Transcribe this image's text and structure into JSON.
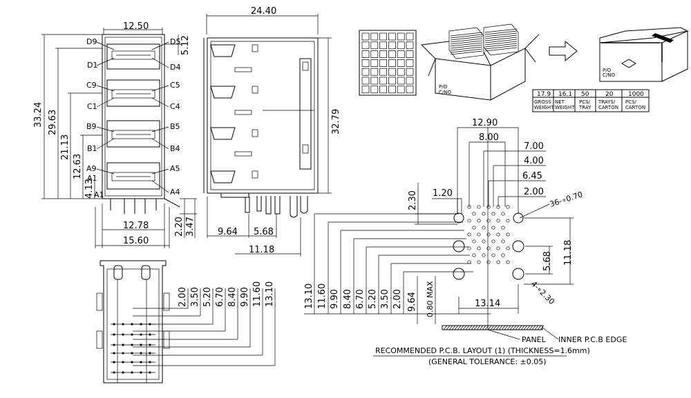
{
  "front_view": {
    "width_top": "12.50",
    "dim_right_top": "5.12",
    "height_total": "33.24",
    "height_2": "29.63",
    "height_3": "21.13",
    "height_4": "12.63",
    "height_5": "4.13",
    "width_bottom_1": "12.78",
    "width_bottom_2": "15.60",
    "dim_220": "2.20",
    "dim_347": "3.47",
    "pins": [
      "D9",
      "D1",
      "D5",
      "D4",
      "C9",
      "C1",
      "C5",
      "C4",
      "B9",
      "B1",
      "B5",
      "B4",
      "A9",
      "A1",
      "A5",
      "A4",
      "A1"
    ]
  },
  "side_view": {
    "length": "24.40",
    "height": "32.79",
    "dim_964": "9.64",
    "dim_568": "5.68",
    "dim_1118": "11.18"
  },
  "bottom_view": {
    "dims": [
      "2.00",
      "3.50",
      "5.20",
      "6.70",
      "8.40",
      "9.90",
      "11.60",
      "13.10"
    ]
  },
  "pcb_layout": {
    "top_dims": [
      "12.90",
      "8.00",
      "7.00",
      "4.00",
      "6.45",
      "2.00"
    ],
    "dim_230": "2.30",
    "dim_120": "1.20",
    "hole_label": "36-∘0.70",
    "right_dims": [
      "11.18",
      "5.68"
    ],
    "mount_label": "4-∘2.30",
    "vertical_dims": [
      "13.10",
      "11.60",
      "9.90",
      "8.40",
      "6.70",
      "5.20",
      "3.50",
      "2.00",
      "9.64",
      "0.80 MAX"
    ],
    "dim_1314": "13.14",
    "panel": "PANEL",
    "inner_edge": "INNER P.C.B EDGE",
    "caption": "RECOMMENDED P.C.B. LAYOUT (1) (THICKNESS=1.6mm)",
    "tolerance": "(GENERAL TOLERANCE: ±0.05)"
  },
  "packing": {
    "box_text": "P/O\nC/NO",
    "table": {
      "values": [
        "17.9",
        "16.1",
        "50",
        "20",
        "1000"
      ],
      "labels": [
        "GROSS\nWEIGHT",
        "NET\nWEIGHT",
        "PCS/\nTRAY",
        "TRAYS/\nCARTON",
        "PCS/\nCARTON"
      ]
    }
  }
}
